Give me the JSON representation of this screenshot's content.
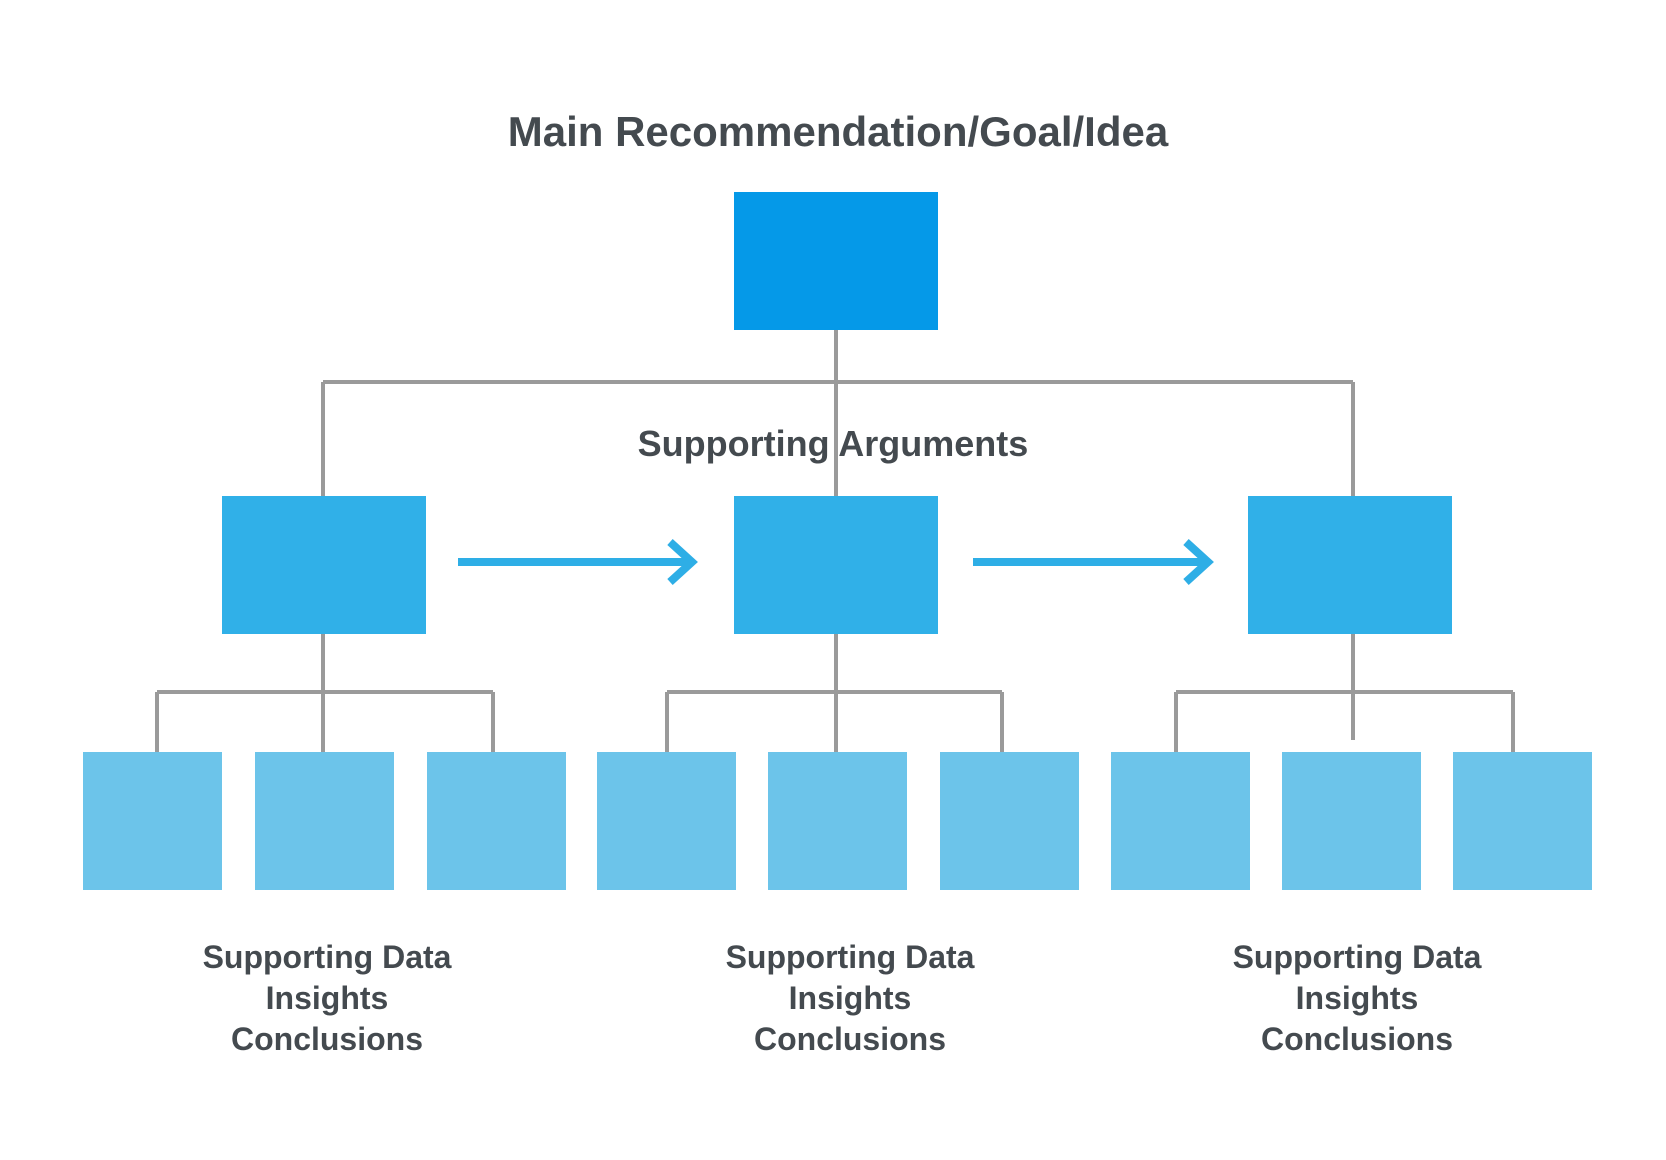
{
  "title": "Main Recommendation/Goal/Idea",
  "middle_label": "Supporting Arguments",
  "groups": [
    {
      "line1": "Supporting Data",
      "line2": "Insights",
      "line3": "Conclusions"
    },
    {
      "line1": "Supporting Data",
      "line2": "Insights",
      "line3": "Conclusions"
    },
    {
      "line1": "Supporting Data",
      "line2": "Insights",
      "line3": "Conclusions"
    }
  ],
  "colors": {
    "top_box": "#0599e8",
    "argument_box": "#30b0e8",
    "data_box": "#6cc4ea",
    "arrow": "#2eaee6",
    "connector": "#9a9a9a",
    "text": "#444a4f"
  }
}
